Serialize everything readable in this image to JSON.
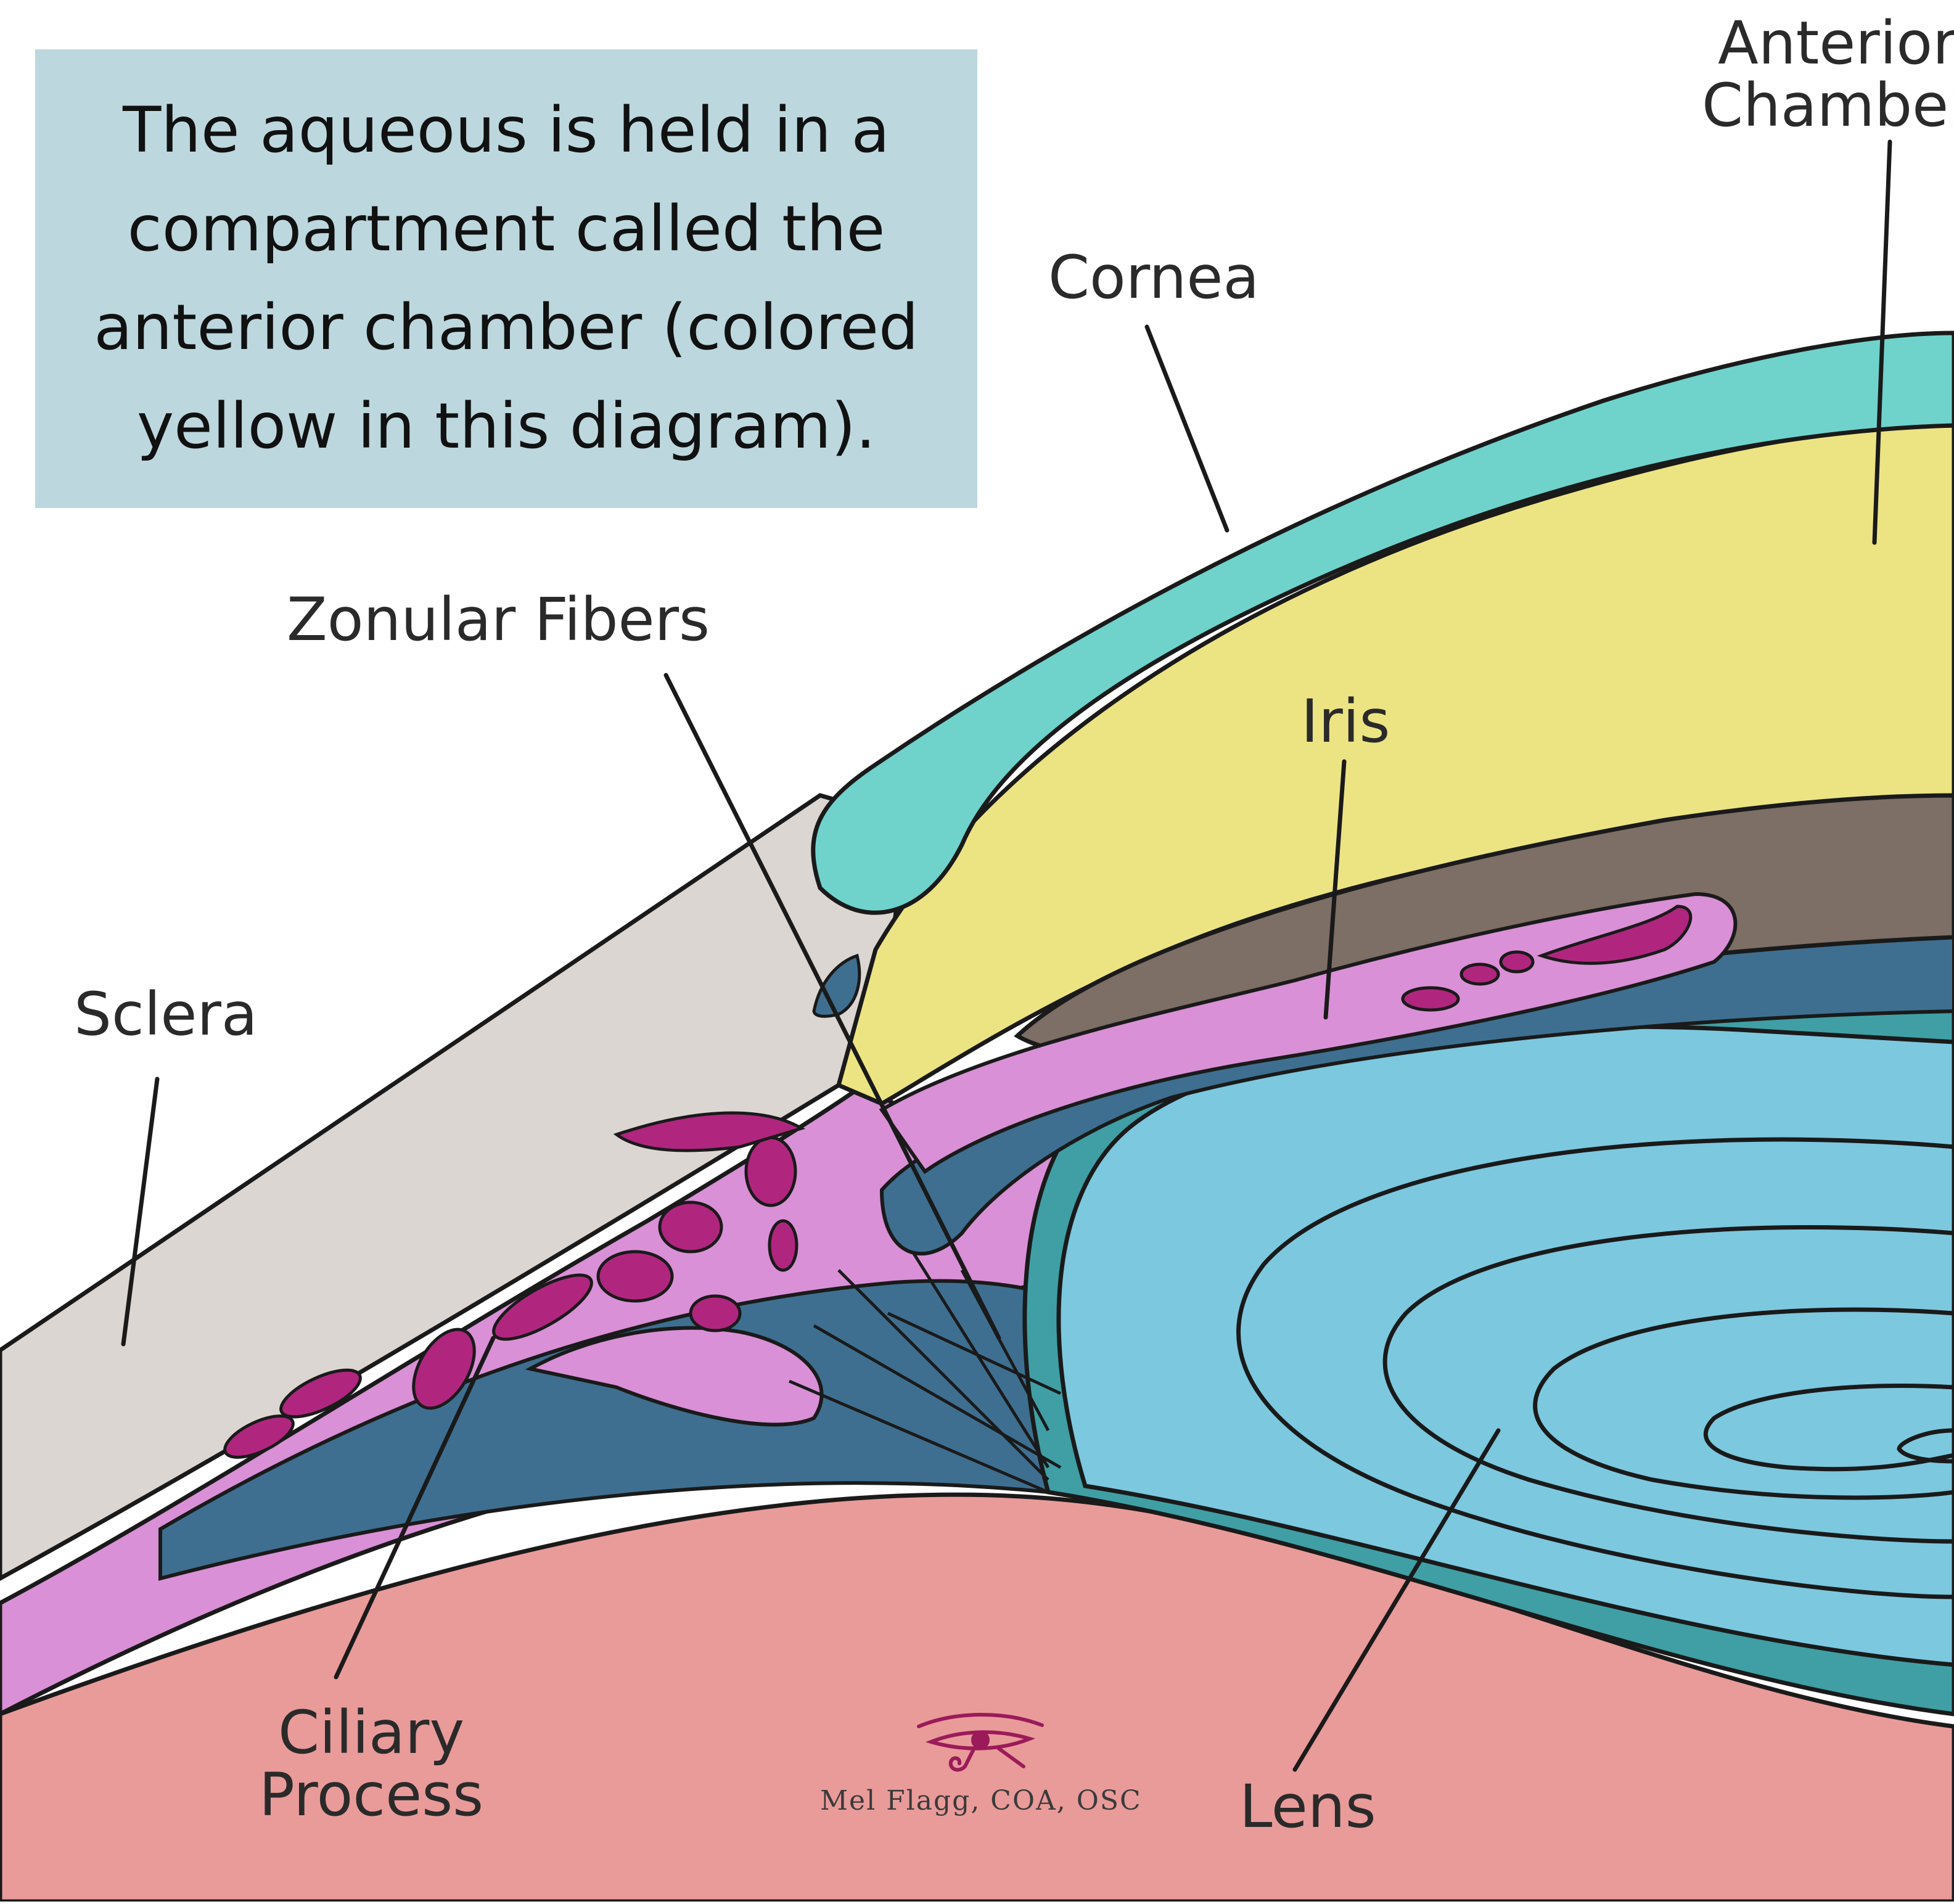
{
  "caption": {
    "text": "The aqueous is held in a compartment called the anterior chamber (colored yellow in this diagram)."
  },
  "labels": {
    "anterior_chamber_line1": "Anterior",
    "anterior_chamber_line2": "Chamber",
    "cornea": "Cornea",
    "zonular_fibers": "Zonular Fibers",
    "iris": "Iris",
    "sclera": "Sclera",
    "ciliary_line1": "Ciliary",
    "ciliary_line2": "Process",
    "lens": "Lens"
  },
  "signature": "Mel Flagg, COA, OSC",
  "logo_icon": "eye-of-horus-icon",
  "colors": {
    "caption_bg": "#bcd8de",
    "cornea": "#6fd3cc",
    "anterior_chamber": "#ece483",
    "iris": "#7d6e66",
    "ciliary": "#d990d6",
    "ciliary_dark": "#b0267f",
    "sclera": "#dcd6d2",
    "lens": "#7cc8df",
    "lens_capsule": "#3f9fa5",
    "posterior_dark": "#3e6f90",
    "vitreous": "#e99b99",
    "outline": "#1a1a1a",
    "logo": "#9b1b5a"
  }
}
